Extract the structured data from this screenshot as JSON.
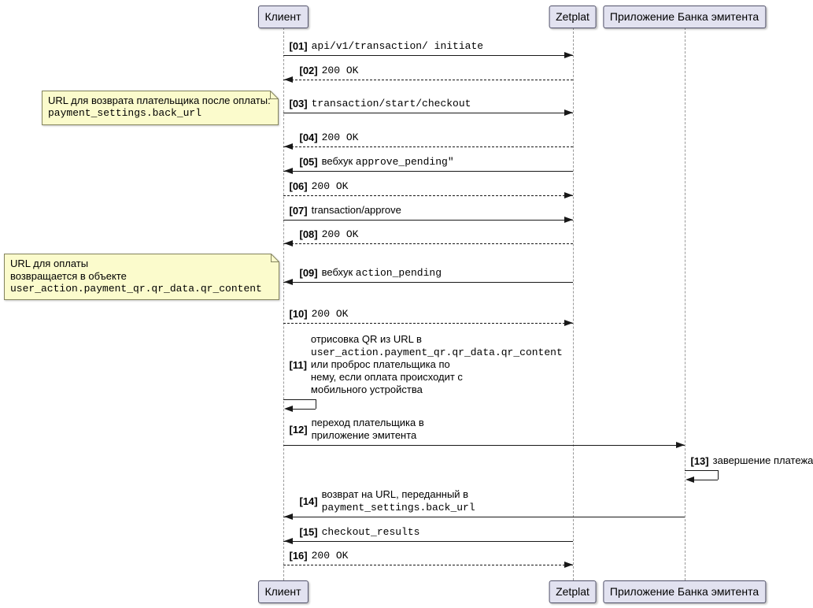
{
  "diagram": {
    "participants": [
      {
        "id": "client",
        "label": "Клиент"
      },
      {
        "id": "zetplat",
        "label": "Zetplat"
      },
      {
        "id": "issuer",
        "label": "Приложение Банка эмитента"
      }
    ],
    "notes": [
      {
        "id": "note1",
        "lines": [
          {
            "text": "URL для возврата плательщика после оплаты:",
            "mono": false
          },
          {
            "text": "payment_settings.back_url",
            "mono": true
          }
        ]
      },
      {
        "id": "note2",
        "lines": [
          {
            "text": "URL для оплаты",
            "mono": false
          },
          {
            "text": "возвращается в объекте",
            "mono": false
          },
          {
            "text": "user_action.payment_qr.qr_data.qr_content",
            "mono": true
          }
        ]
      }
    ],
    "messages": [
      {
        "num": "[01]",
        "from": "client",
        "to": "zetplat",
        "style": "solid",
        "lines": [
          [
            {
              "text": "api/v1/transaction/ initiate",
              "mono": true
            }
          ]
        ]
      },
      {
        "num": "[02]",
        "from": "zetplat",
        "to": "client",
        "style": "dashed",
        "lines": [
          [
            {
              "text": "200 OK",
              "mono": true
            }
          ]
        ]
      },
      {
        "num": "[03]",
        "from": "client",
        "to": "zetplat",
        "style": "solid",
        "lines": [
          [
            {
              "text": "transaction/start/checkout",
              "mono": true
            }
          ]
        ]
      },
      {
        "num": "[04]",
        "from": "zetplat",
        "to": "client",
        "style": "dashed",
        "lines": [
          [
            {
              "text": "200 OK",
              "mono": true
            }
          ]
        ]
      },
      {
        "num": "[05]",
        "from": "zetplat",
        "to": "client",
        "style": "solid",
        "lines": [
          [
            {
              "text": "вебхук ",
              "mono": false
            },
            {
              "text": "approve_pending\"",
              "mono": true
            }
          ]
        ]
      },
      {
        "num": "[06]",
        "from": "client",
        "to": "zetplat",
        "style": "dashed",
        "lines": [
          [
            {
              "text": "200 OK",
              "mono": true
            }
          ]
        ]
      },
      {
        "num": "[07]",
        "from": "client",
        "to": "zetplat",
        "style": "solid",
        "lines": [
          [
            {
              "text": "transaction/approve",
              "mono": false
            }
          ]
        ]
      },
      {
        "num": "[08]",
        "from": "zetplat",
        "to": "client",
        "style": "dashed",
        "lines": [
          [
            {
              "text": "200 OK",
              "mono": true
            }
          ]
        ]
      },
      {
        "num": "[09]",
        "from": "zetplat",
        "to": "client",
        "style": "solid",
        "lines": [
          [
            {
              "text": "вебхук ",
              "mono": false
            },
            {
              "text": "action_pending",
              "mono": true
            }
          ]
        ]
      },
      {
        "num": "[10]",
        "from": "client",
        "to": "zetplat",
        "style": "dashed",
        "lines": [
          [
            {
              "text": "200 OK",
              "mono": true
            }
          ]
        ]
      },
      {
        "num": "[11]",
        "from": "client",
        "to": "client",
        "style": "self",
        "lines": [
          [
            {
              "text": "отрисовка QR из URL в",
              "mono": false
            }
          ],
          [
            {
              "text": "user_action.payment_qr.qr_data.qr_content",
              "mono": true
            }
          ],
          [
            {
              "text": "или проброс плательщика по",
              "mono": false
            }
          ],
          [
            {
              "text": "нему, если оплата происходит с",
              "mono": false
            }
          ],
          [
            {
              "text": "мобильного устройства",
              "mono": false
            }
          ]
        ]
      },
      {
        "num": "[12]",
        "from": "client",
        "to": "issuer",
        "style": "solid",
        "lines": [
          [
            {
              "text": "переход плательщика в",
              "mono": false
            }
          ],
          [
            {
              "text": "приложение эмитента",
              "mono": false
            }
          ]
        ]
      },
      {
        "num": "[13]",
        "from": "issuer",
        "to": "issuer",
        "style": "self",
        "lines": [
          [
            {
              "text": "завершение платежа",
              "mono": false
            }
          ]
        ]
      },
      {
        "num": "[14]",
        "from": "issuer",
        "to": "client",
        "style": "solid",
        "lines": [
          [
            {
              "text": "возврат на URL, переданный в",
              "mono": false
            }
          ],
          [
            {
              "text": "payment_settings.back_url",
              "mono": true
            }
          ]
        ]
      },
      {
        "num": "[15]",
        "from": "zetplat",
        "to": "client",
        "style": "solid",
        "lines": [
          [
            {
              "text": "checkout_results",
              "mono": true
            }
          ]
        ]
      },
      {
        "num": "[16]",
        "from": "client",
        "to": "zetplat",
        "style": "dashed",
        "lines": [
          [
            {
              "text": "200 OK",
              "mono": true
            }
          ]
        ]
      }
    ],
    "colors": {
      "participant_fill": "#E2E2F0",
      "participant_border": "#53536B",
      "note_fill": "#FBFBCC",
      "note_border": "#84845E",
      "line": "#181818",
      "lifeline": "#999999"
    }
  }
}
